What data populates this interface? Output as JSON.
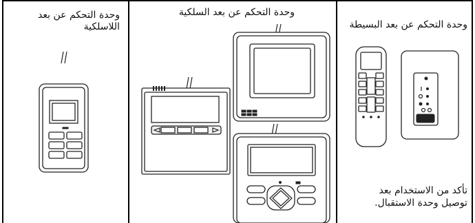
{
  "columns": {
    "wireless": {
      "title": "وحدة التحكم عن بعد اللاسلكية"
    },
    "wired": {
      "title": "وحدة التحكم عن بعد السلكية"
    },
    "simple": {
      "title": "وحدة التحكم عن بعد البسيطة",
      "note": "تأكد من الاستخدام بعد توصيل وحدة الاستقبال."
    }
  },
  "icons": {
    "cable": "cable-icon",
    "controller": "remote-controller-icon"
  }
}
